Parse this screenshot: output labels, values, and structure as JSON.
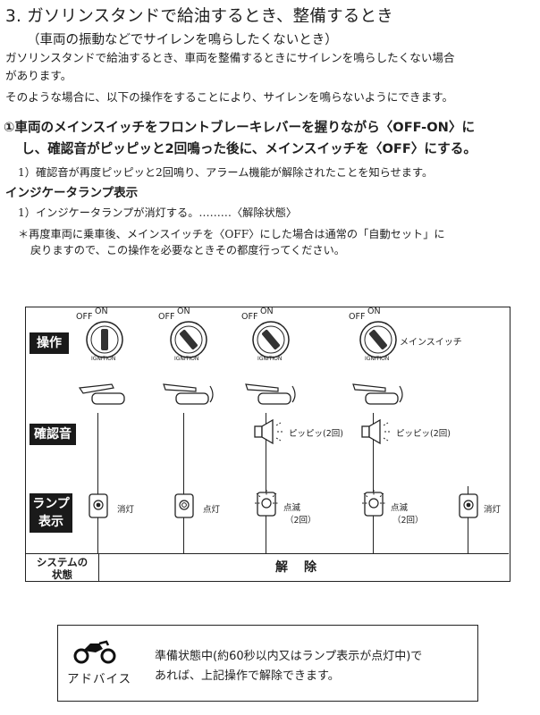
{
  "heading": {
    "title": "3. ガソリンスタンドで給油するとき、整備するとき",
    "subtitle": "（車両の振動などでサイレンを鳴らしたくないとき）"
  },
  "intro": {
    "line1": "ガソリンスタンドで給油するとき、車両を整備するときにサイレンを鳴らしたくない場合",
    "line2": "があります。",
    "line3": "そのような場合に、以下の操作をすることにより、サイレンを鳴らないようにできます。"
  },
  "step": {
    "line1": "①車両のメインスイッチをフロントブレーキレバーを握りながら〈OFF-ON〉に",
    "line2": "し、確認音がピッピッと2回鳴った後に、メインスイッチを〈OFF〉にする。"
  },
  "notes": {
    "confirm": "1）確認音が再度ピッピッと2回鳴り、アラーム機能が解除されたことを知らせます。",
    "indicator_heading": "インジケータランプ表示",
    "indicator": "1）インジケータランプが消灯する。………〈解除状態〉",
    "asterisk_line1": "＊再度車両に乗車後、メインスイッチを〈OFF〉にした場合は通常の「自動セット」に",
    "asterisk_line2": "戻りますので、この操作を必要なときその都度行ってください。"
  },
  "diagram": {
    "row_operation": "操作",
    "row_sound": "確認音",
    "row_lamp_1": "ランプ",
    "row_lamp_2": "表示",
    "key_off": "OFF",
    "key_on": "ON",
    "ignition": "IGNITION",
    "main_switch": "メインスイッチ",
    "beep": "ピッピッ(2回)",
    "lamp_off": "消灯",
    "lamp_on": "点灯",
    "lamp_blink": "点滅",
    "lamp_blink_count": "（2回）",
    "system_label_1": "システムの",
    "system_label_2": "状態",
    "system_value": "解除"
  },
  "advice": {
    "label": "アドバイス",
    "line1": "準備状態中(約60秒以内又はランプ表示が点灯中)で",
    "line2": "あれば、上記操作で解除できます。"
  }
}
